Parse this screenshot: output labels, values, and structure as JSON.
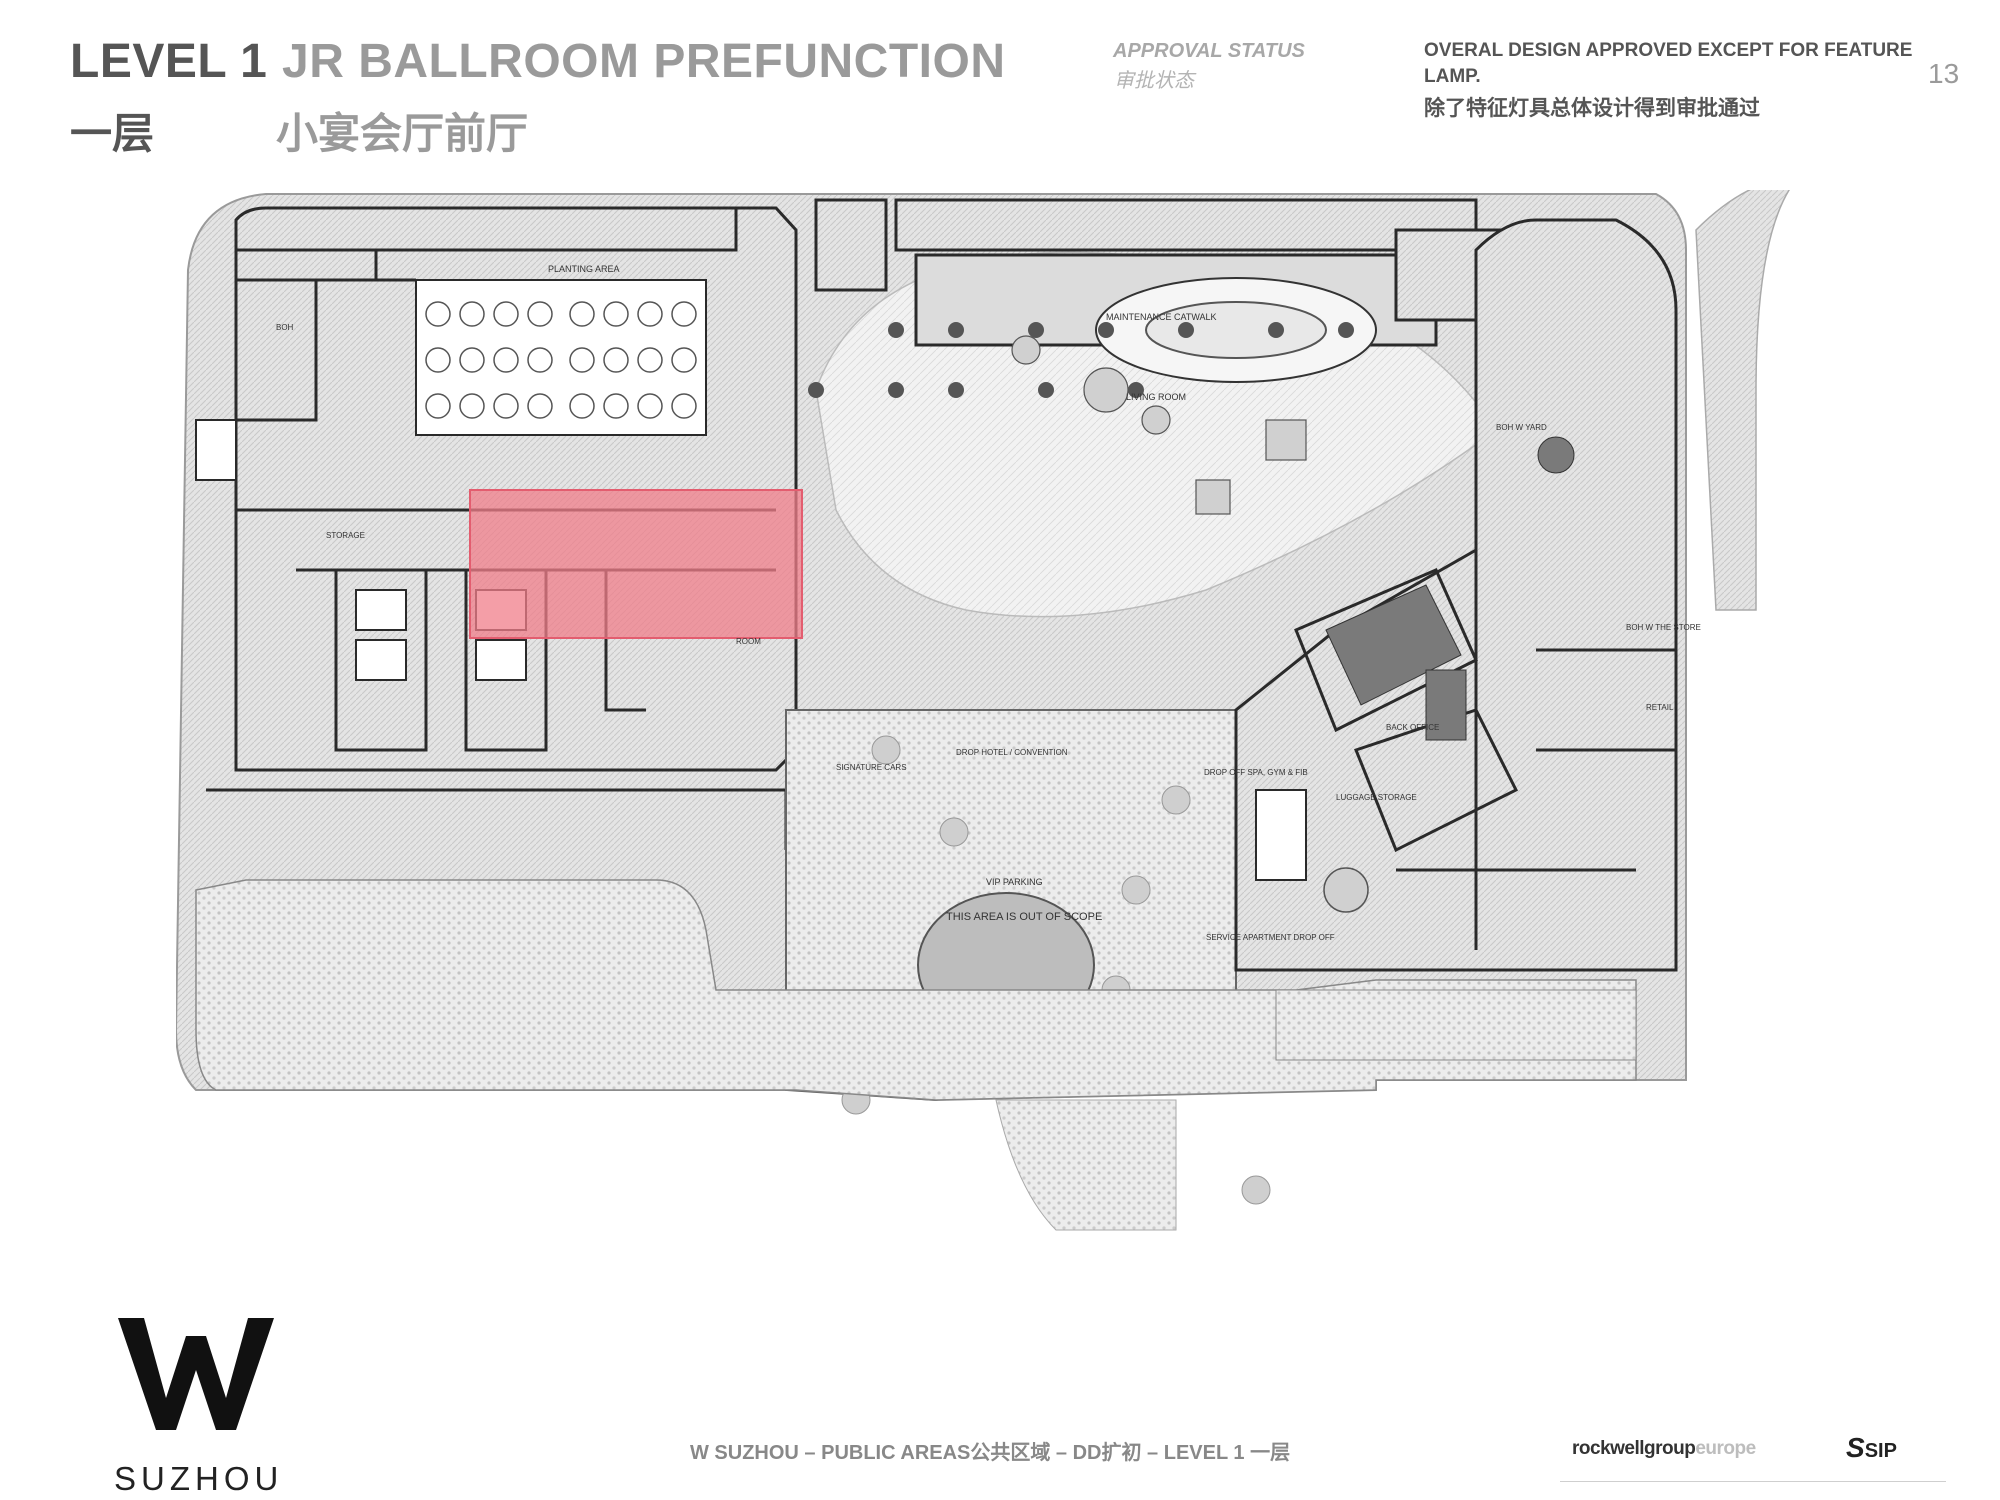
{
  "header": {
    "level_en": "LEVEL 1",
    "title_en": "JR BALLROOM PREFUNCTION",
    "level_cn": "一层",
    "title_cn": "小宴会厅前厅",
    "approval_label": "APPROVAL STATUS",
    "approval_label_cn": "审批状态",
    "status_en": "OVERAL DESIGN APPROVED EXCEPT FOR FEATURE LAMP.",
    "status_cn": "除了特征灯具总体设计得到审批通过",
    "page_number": "13"
  },
  "plan": {
    "labels": {
      "planting_area": "PLANTING AREA",
      "maintenance_catwalk": "MAINTENANCE CATWALK",
      "living_room": "LIVING ROOM",
      "boh_left": "BOH",
      "storage": "STORAGE",
      "boh_wyard": "BOH W YARD",
      "boh_store": "BOH W THE STORE",
      "retail": "RETAIL",
      "back_office": "BACK OFFICE",
      "luggage_storage": "LUGGAGE STORAGE",
      "drop_hotel": "DROP HOTEL / CONVENTION",
      "signature_cars": "SIGNATURE CARS",
      "drop_off_spa": "DROP OFF SPA, GYM & FIB",
      "vip_parking": "VIP PARKING",
      "out_of_scope": "THIS AREA IS OUT OF SCOPE",
      "service_apartment": "SERVICE APARTMENT DROP OFF",
      "room": "ROOM"
    },
    "highlight_color": "#f07d8a",
    "wall_color": "#2a2a2a",
    "hatch_color": "#cfcfcf"
  },
  "branding": {
    "logo_letter": "W",
    "city": "SUZHOU",
    "footer": "W SUZHOU – PUBLIC AREAS公共区域 – DD扩初 – LEVEL 1 一层",
    "rockwell_main": "rockwellgroup",
    "rockwell_suffix": "europe",
    "sip_s": "S",
    "sip_text": "SIP"
  }
}
